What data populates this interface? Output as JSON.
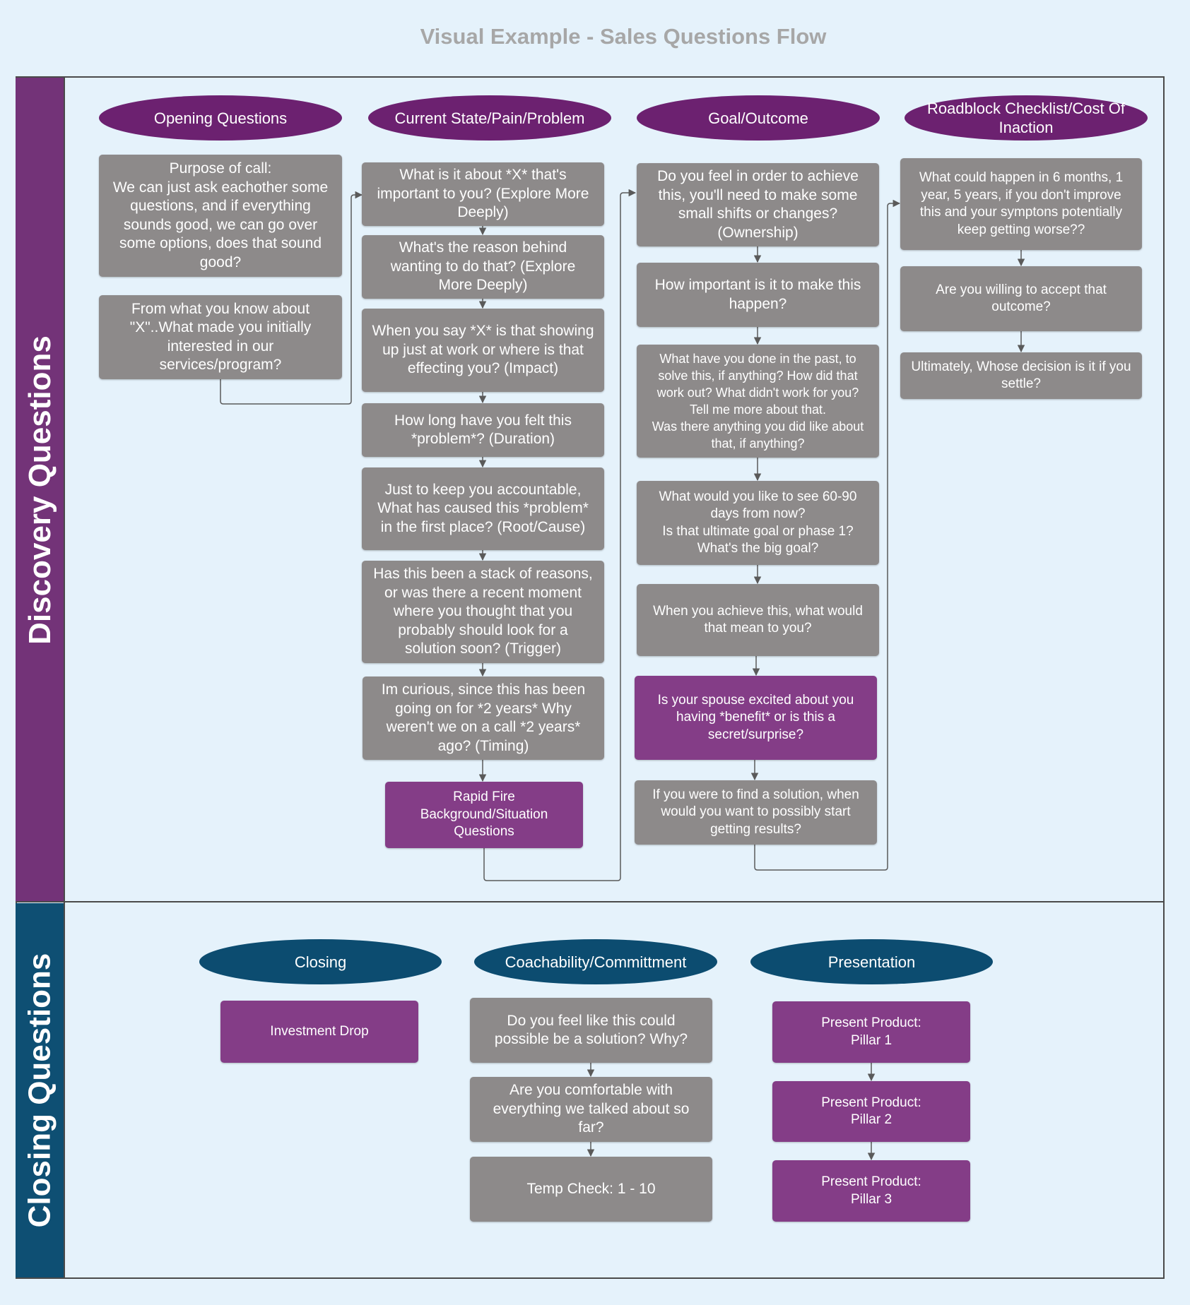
{
  "title": "Visual Example - Sales Questions Flow",
  "colors": {
    "background": "#e5f2fb",
    "discovery_lane": "#733378",
    "closing_lane": "#0e4f73",
    "discovery_header": "#6c2170",
    "closing_header": "#0c4c70",
    "question_box": "#8d8a8a",
    "highlight_box": "#843d87",
    "title_text": "#a7a7a7"
  },
  "lanes": {
    "discovery": "Discovery Questions",
    "closing": "Closing Questions"
  },
  "discovery": {
    "opening": {
      "header": "Opening Questions",
      "items": [
        "Purpose of call:\nWe can just ask eachother some questions, and if everything sounds good, we can go over some options, does that sound good?",
        "From what you know about \"X\"..What made you initially interested in our services/program?"
      ]
    },
    "current_state": {
      "header": "Current State/Pain/Problem",
      "items": [
        "What is it about *X* that's important to you? (Explore More Deeply)",
        "What's the reason behind wanting to do that? (Explore More Deeply)",
        "When you say *X* is that showing up just at work or where is that effecting you? (Impact)",
        "How long have you felt this *problem*? (Duration)",
        "Just to keep you accountable, What has caused this *problem* in the first place? (Root/Cause)",
        "Has this been a stack of reasons, or was there a recent moment where you thought that you probably should look for a solution soon? (Trigger)",
        "Im curious, since this has been going on for *2 years* Why weren't we on a call *2 years* ago? (Timing)",
        "Rapid Fire Background/Situation Questions"
      ]
    },
    "goal": {
      "header": "Goal/Outcome",
      "items": [
        "Do you feel in order to achieve this, you'll need to make some small shifts or changes? (Ownership)",
        "How important is it to make this happen?",
        "What have you done in the past, to solve this, if anything? How did that work out? What didn't work for you? Tell me more about that.\nWas there anything you did like about that, if anything?",
        "What would you like to see 60-90 days from now?\nIs that ultimate goal or phase 1?\nWhat's the big goal?",
        "When you achieve this, what would that mean to you?",
        "Is your spouse excited about you having *benefit* or is this a secret/surprise?",
        "If you were to find a solution, when would you want to possibly start getting results?"
      ]
    },
    "roadblock": {
      "header": "Roadblock Checklist/Cost Of Inaction",
      "items": [
        "What could happen in 6 months, 1 year, 5 years, if you don't improve this and your symptons potentially keep getting worse??",
        "Are you willing to accept that outcome?",
        "Ultimately, Whose decision is it if you settle?"
      ]
    }
  },
  "closing": {
    "closing": {
      "header": "Closing",
      "items": [
        "Investment Drop"
      ]
    },
    "coachability": {
      "header": "Coachability/Committment",
      "items": [
        "Do you feel like this could possible be a solution? Why?",
        "Are you comfortable with everything we talked about so far?",
        "Temp Check: 1 - 10"
      ]
    },
    "presentation": {
      "header": "Presentation",
      "items": [
        "Present Product:\nPillar 1",
        "Present Product:\nPillar 2",
        "Present Product:\nPillar 3"
      ]
    }
  }
}
